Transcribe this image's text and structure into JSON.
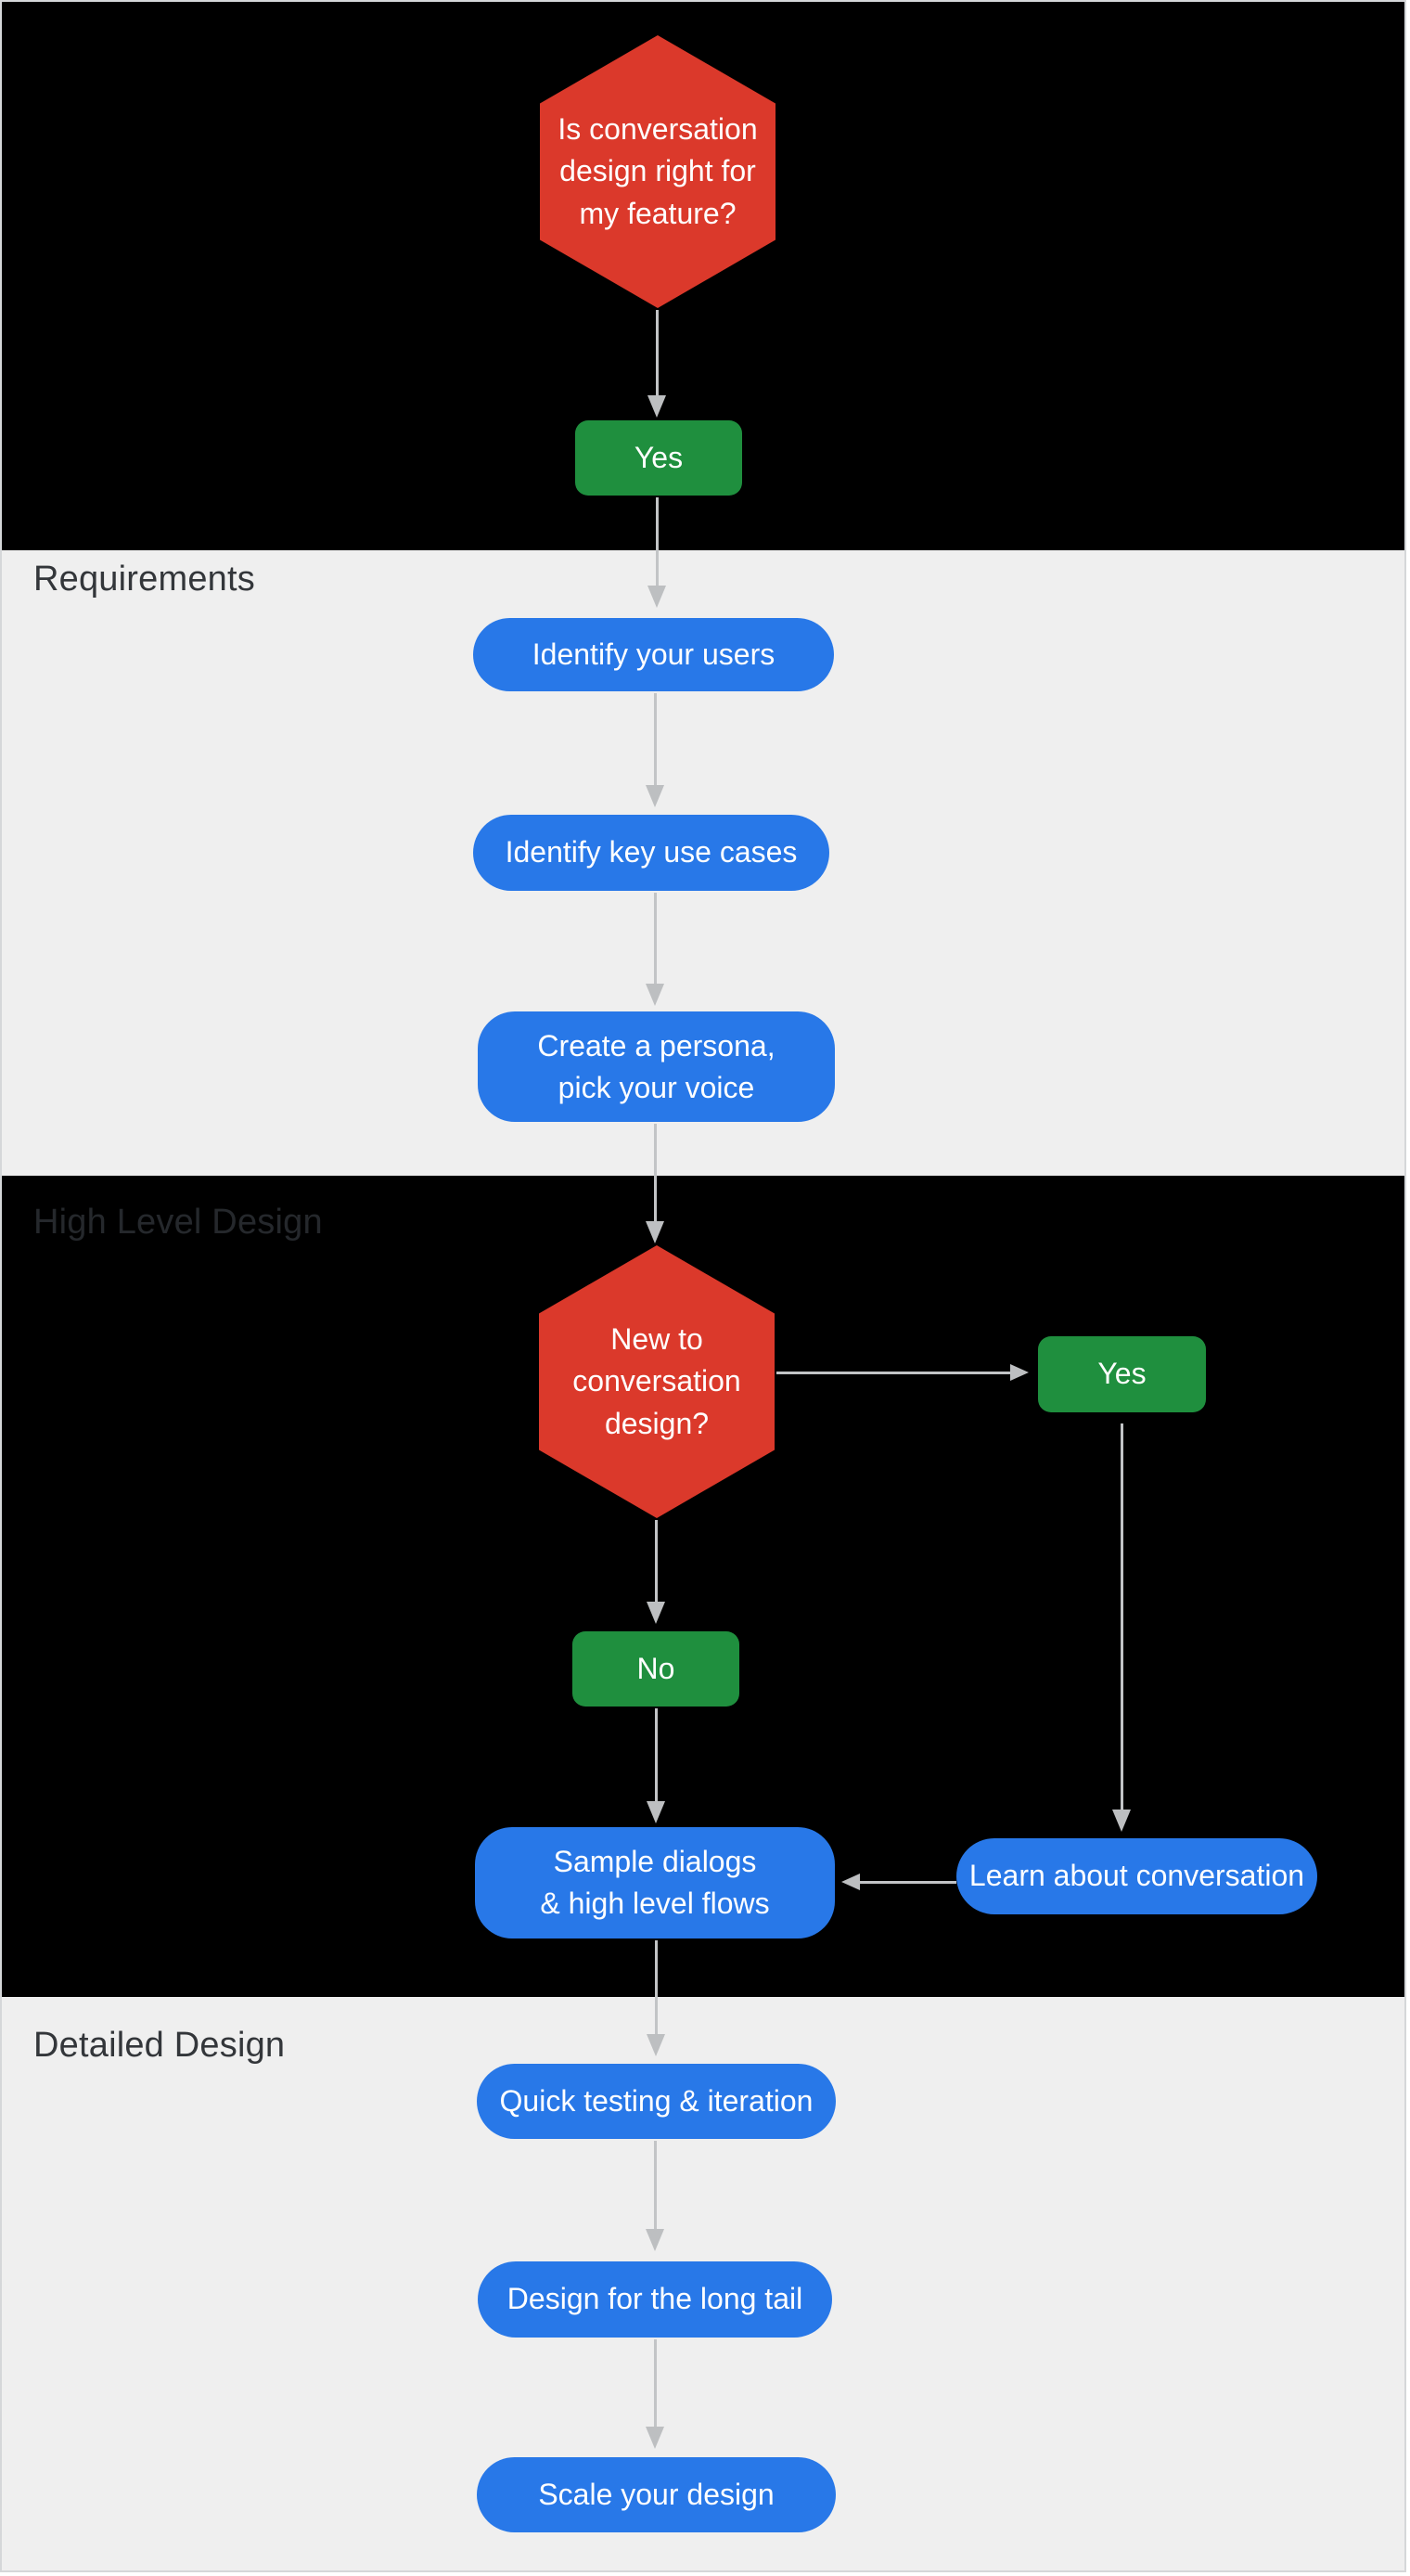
{
  "sections": {
    "requirements": {
      "label": "Requirements"
    },
    "high_level_design": {
      "label": "High Level Design"
    },
    "detailed_design": {
      "label": "Detailed Design"
    }
  },
  "nodes": {
    "start_decision": {
      "lines": [
        "Is conversation",
        "design right for",
        "my feature?"
      ]
    },
    "start_yes": {
      "label": "Yes"
    },
    "identify_users": {
      "label": "Identify your users"
    },
    "identify_key_use_cases": {
      "label": "Identify key use cases"
    },
    "create_persona": {
      "lines": [
        "Create a persona,",
        "pick your voice"
      ]
    },
    "new_to_design_decision": {
      "lines": [
        "New to",
        "conversation",
        "design?"
      ]
    },
    "new_yes": {
      "label": "Yes"
    },
    "new_no": {
      "label": "No"
    },
    "sample_dialogs": {
      "lines": [
        "Sample dialogs",
        "& high level flows"
      ]
    },
    "learn_about_conversation": {
      "label": "Learn about conversation"
    },
    "quick_testing": {
      "label": "Quick testing & iteration"
    },
    "design_long_tail": {
      "label": "Design for the long tail"
    },
    "scale_design": {
      "label": "Scale your design"
    }
  },
  "colors": {
    "decision_red": "#db392b",
    "action_green": "#1f8f3e",
    "step_blue": "#2878e8",
    "band_dark": "#000000",
    "band_light": "#efefef",
    "arrow_gray": "#c2c4c6",
    "label_dark": "#33363a",
    "label_on_dark": "#25282c"
  }
}
